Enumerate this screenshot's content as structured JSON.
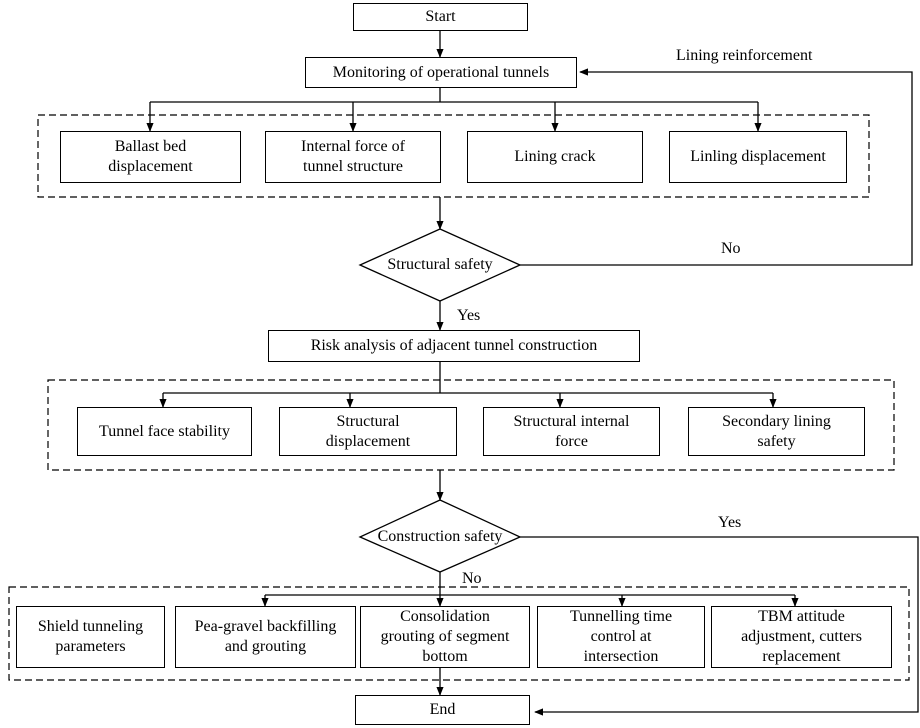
{
  "nodes": {
    "start": "Start",
    "monitoring": "Monitoring of operational tunnels",
    "ballast": "Ballast bed\ndisplacement",
    "internal_force": "Internal force of\ntunnel structure",
    "lining_crack": "Lining crack",
    "linling_disp": "Linling displacement",
    "structural_safety": "Structural safety",
    "risk": "Risk analysis of adjacent tunnel construction",
    "face_stability": "Tunnel face stability",
    "struct_disp": "Structural\ndisplacement",
    "struct_force": "Structural internal\nforce",
    "secondary": "Secondary lining\nsafety",
    "construction_safety": "Construction safety",
    "shield": "Shield tunneling\nparameters",
    "pea_gravel": "Pea-gravel backfilling\nand grouting",
    "consolidation": "Consolidation\ngrouting of segment\nbottom",
    "time_control": "Tunnelling time\ncontrol at\nintersection",
    "tbm": "TBM attitude\nadjustment, cutters\nreplacement",
    "end": "End"
  },
  "edge_labels": {
    "lining_reinforcement": "Lining reinforcement",
    "no_1": "No",
    "yes_1": "Yes",
    "yes_2": "Yes",
    "no_2": "No"
  }
}
